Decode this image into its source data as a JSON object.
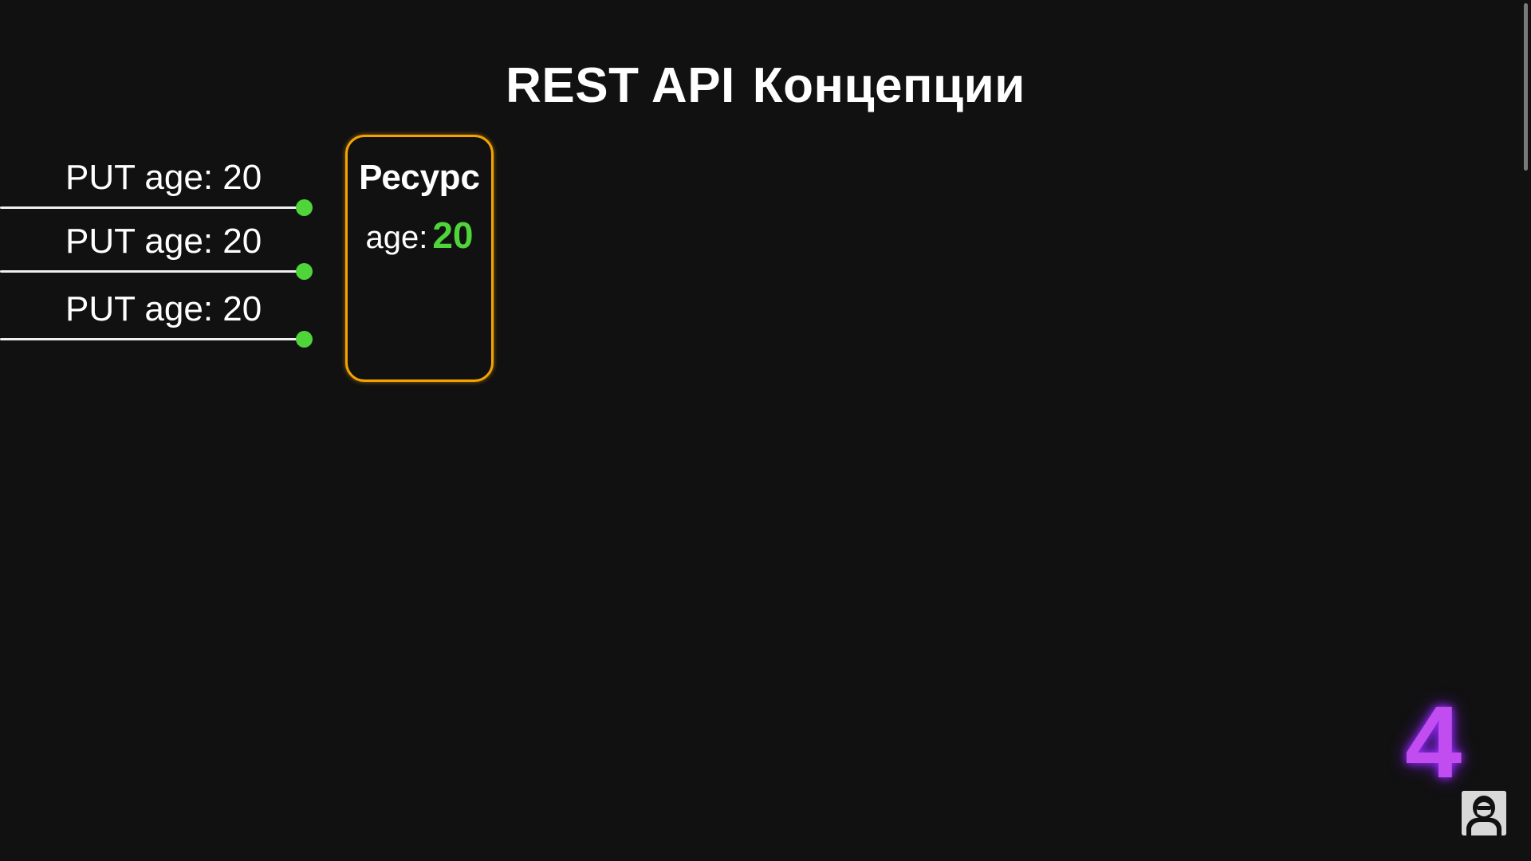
{
  "title": {
    "part1": "REST API",
    "part2": "Концепции"
  },
  "requests": [
    {
      "label": "PUT age: 20"
    },
    {
      "label": "PUT age: 20"
    },
    {
      "label": "PUT age: 20"
    }
  ],
  "resource": {
    "title": "Ресурс",
    "field_key": "age:",
    "field_value": "20"
  },
  "step_number": "4",
  "colors": {
    "background": "#111111",
    "accent_orange": "#f5a300",
    "success_green": "#4fd43a",
    "step_purple": "#c14cf0"
  },
  "icons": {
    "avatar": "hacker-avatar-icon"
  }
}
